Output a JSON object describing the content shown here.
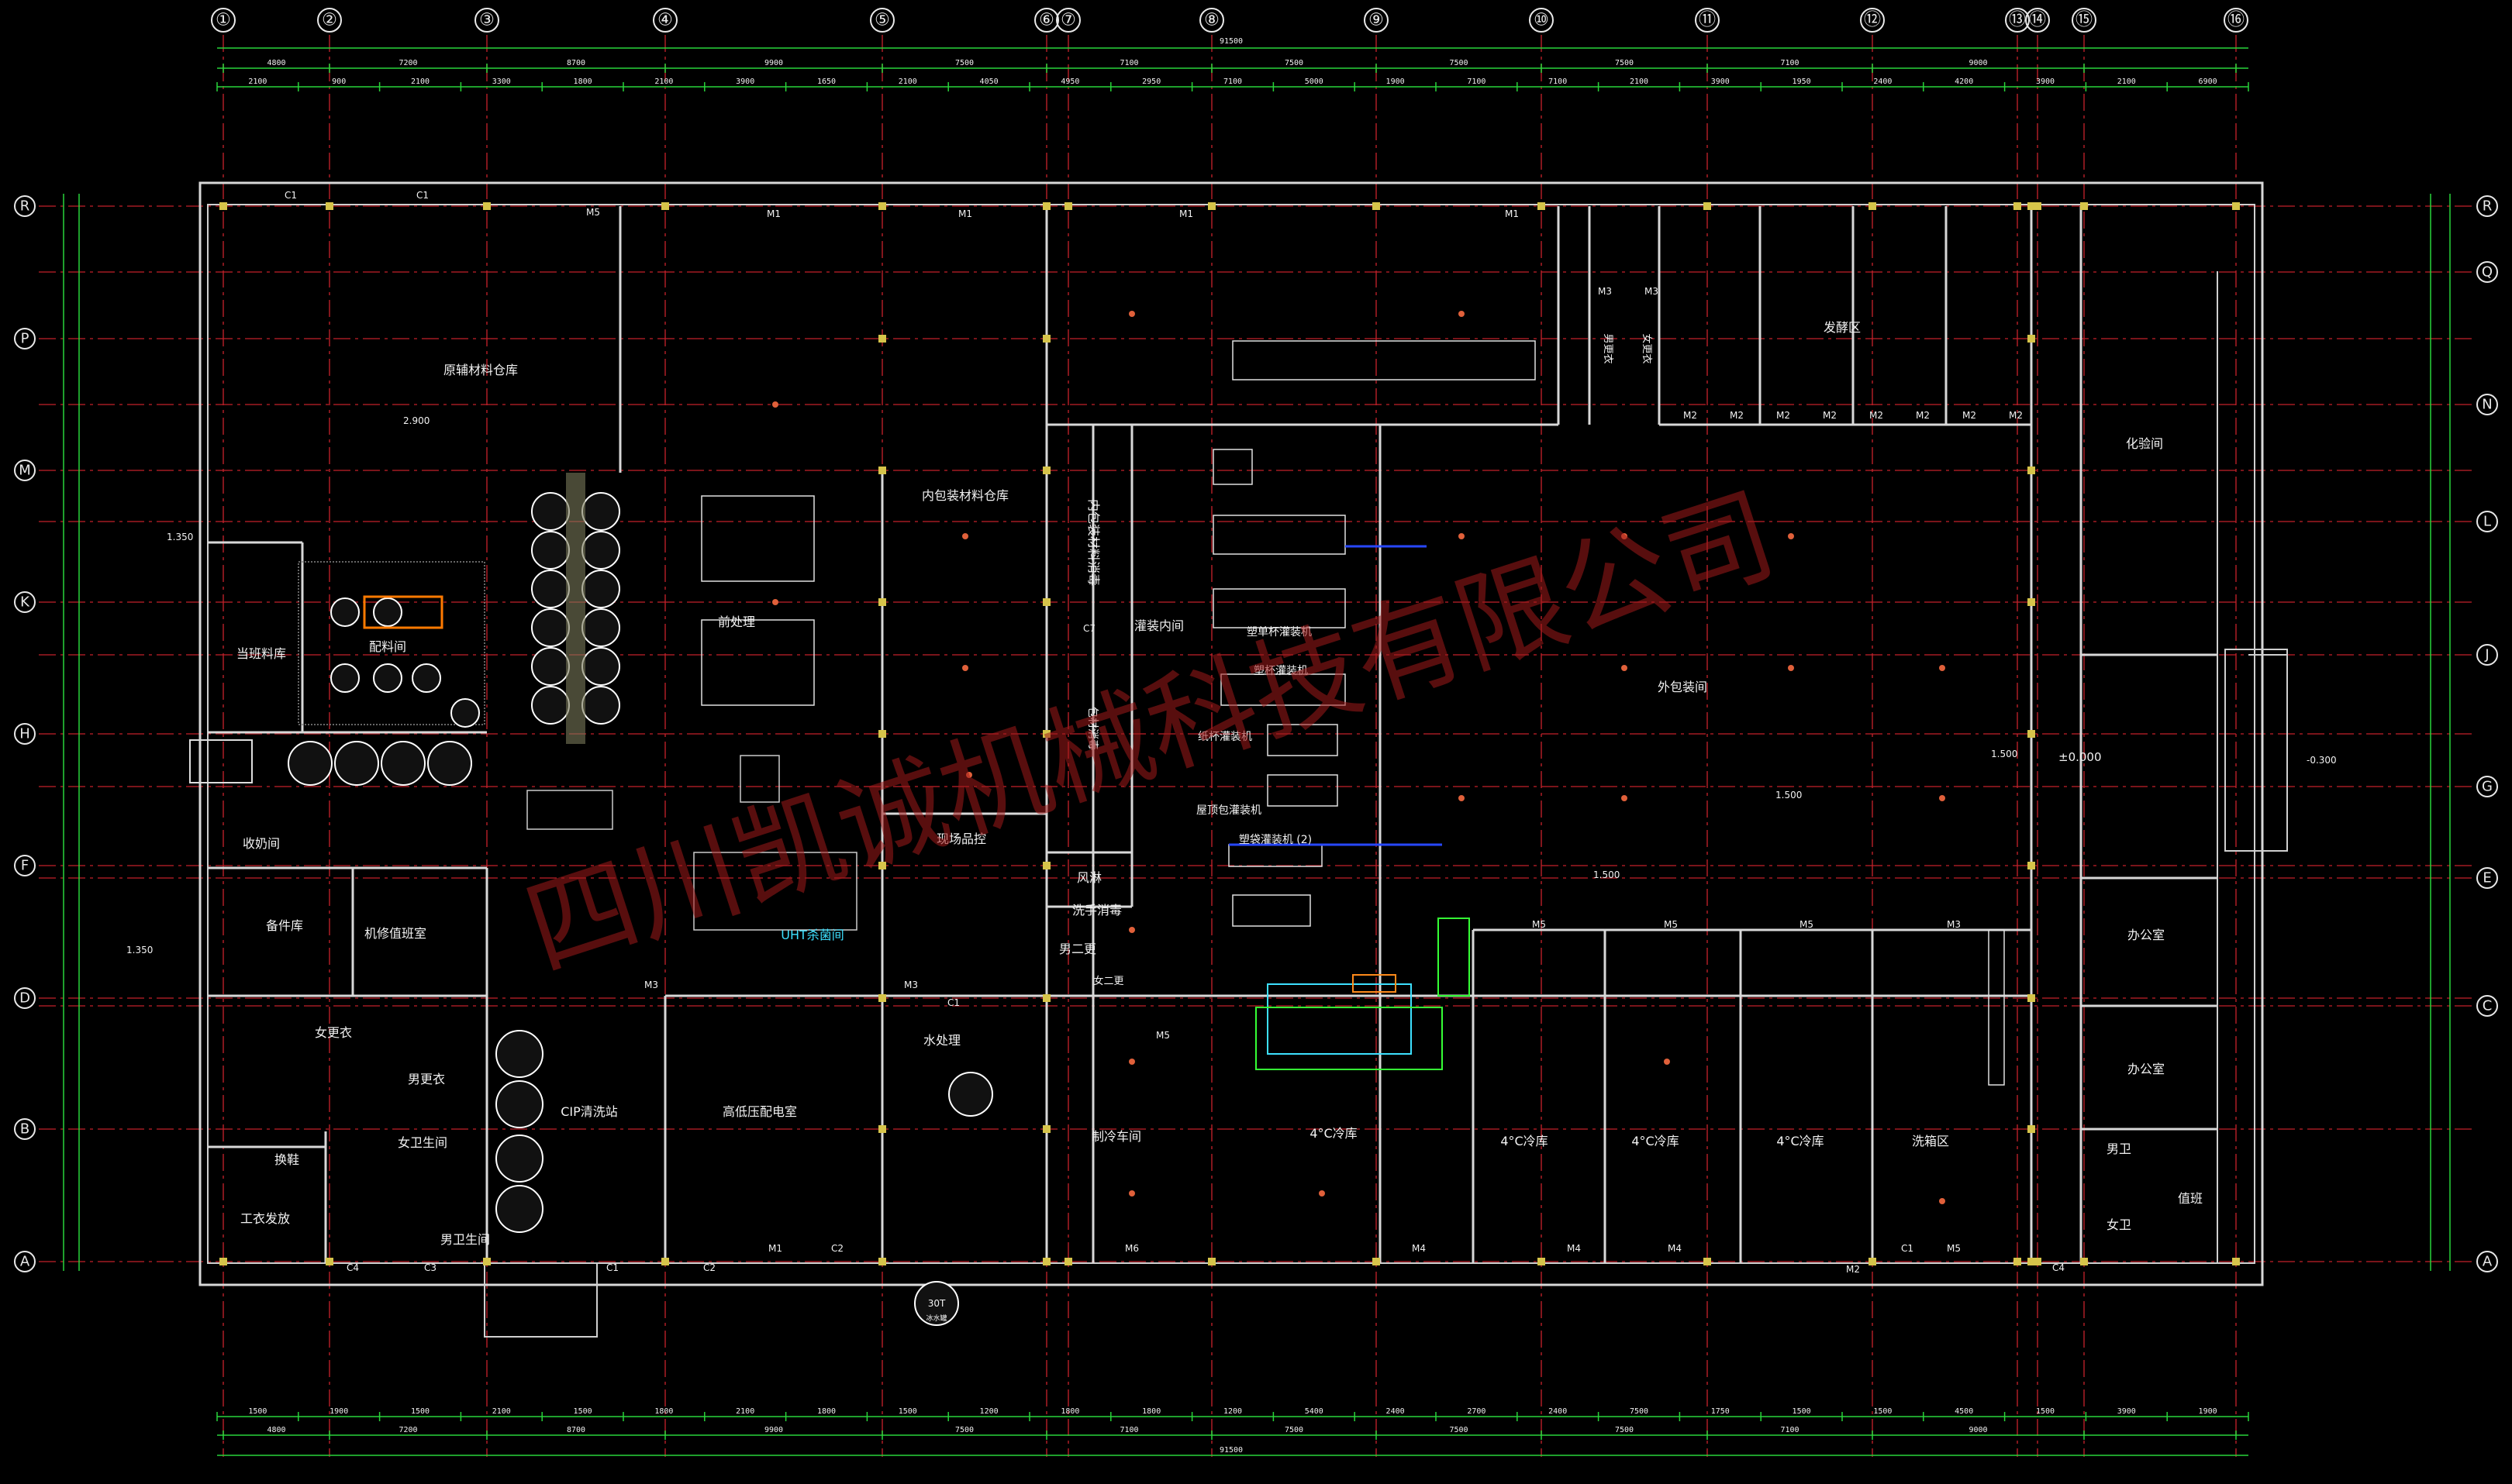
{
  "axes_top": [
    "①",
    "②",
    "③",
    "④",
    "⑤",
    "⑥",
    "⑦",
    "⑧",
    "⑨",
    "⑩",
    "⑪",
    "⑫",
    "⑬",
    "⑭",
    "⑮",
    "⑯"
  ],
  "axes_left": [
    "Ⓡ",
    "Ⓠ",
    "Ⓟ",
    "Ⓝ",
    "Ⓜ",
    "Ⓛ",
    "Ⓚ",
    "Ⓙ",
    "Ⓗ",
    "Ⓖ",
    "Ⓕ",
    "Ⓔ",
    "Ⓓ",
    "Ⓒ",
    "Ⓑ",
    "Ⓐ"
  ],
  "axes_left_visible": [
    "R",
    "P",
    "M",
    "K",
    "H",
    "F",
    "D",
    "B",
    "A"
  ],
  "axes_right_visible": [
    "R",
    "Q",
    "N",
    "L",
    "J",
    "G",
    "E",
    "C",
    "A"
  ],
  "dims_top_total": "91500",
  "dims_top_row1": [
    "4800",
    "7200",
    "8700",
    "9900",
    "7500",
    "7100",
    "7500",
    "7500",
    "7500",
    "7100",
    "9000"
  ],
  "dims_top_row2": [
    "2100",
    "900",
    "2100",
    "3300",
    "1800",
    "2100",
    "3900",
    "1650",
    "2100",
    "4050",
    "4950",
    "2950",
    "7100",
    "5000",
    "1900",
    "7100",
    "7100",
    "2100",
    "3900",
    "1950",
    "2400",
    "4200",
    "3900",
    "2100",
    "6900"
  ],
  "dims_bottom_total": "91500",
  "dims_bottom_row1": [
    "4800",
    "7200",
    "8700",
    "9900",
    "7500",
    "7100",
    "7500",
    "7500",
    "7500",
    "7100",
    "9000"
  ],
  "dims_bottom_row2": [
    "1500",
    "1900",
    "1500",
    "2100",
    "1500",
    "1800",
    "2100",
    "1800",
    "1500",
    "1200",
    "1800",
    "1800",
    "1200",
    "5400",
    "2400",
    "2700",
    "2400",
    "7500",
    "1750",
    "1500",
    "1500",
    "4500",
    "1500",
    "3900",
    "1900"
  ],
  "rooms": {
    "raw_store": "原辅材料仓库",
    "inner_pack_store": "内包装材料仓库",
    "inner_pack_disinfect": "内包装材料消毒",
    "filling_room": "灌装内间",
    "outer_pack": "外包装间",
    "ferment": "发酵区",
    "lab": "化验间",
    "male_change_top": "男更衣",
    "female_change_top": "女更衣",
    "daily_store": "当班料库",
    "batching": "配料间",
    "receiving": "收奶间",
    "pretreat": "前处理",
    "qc": "现场品控",
    "air_shower": "风淋",
    "handwash": "洗手消毒",
    "male2": "男二更",
    "female2": "女二更",
    "spare": "备件库",
    "mech_duty": "机修值班室",
    "female_change": "女更衣",
    "male_change": "男更衣",
    "cip": "CIP清洗站",
    "hv_lv": "高低压配电室",
    "water": "水处理",
    "refrig": "制冷车间",
    "cold1": "4°C冷库",
    "cold2": "4°C冷库",
    "cold3": "4°C冷库",
    "cold4": "4°C冷库",
    "wash": "洗箱区",
    "office1": "办公室",
    "office2": "办公室",
    "shoe": "换鞋",
    "workwear": "工衣发放",
    "female_wc": "女卫生间",
    "male_wc": "男卫生间",
    "male_wc2": "男卫",
    "female_wc2": "女卫",
    "duty": "值班",
    "uht": "UHT杀菌间",
    "pkg_disinfect": "包材消毒",
    "cup_filler": "塑杯灌装机",
    "cup_single": "塑单杯灌装机",
    "paper_cup": "纸杯灌装机",
    "roof_pack": "屋顶包灌装机",
    "plastic_bag": "塑袋灌装机 (2)",
    "tank_30t": "30T",
    "tank_30t_sub": "冰水罐"
  },
  "levels": {
    "l1": "2.900",
    "l2": "1.350",
    "l3": "1.350",
    "l4": "1.500",
    "l5": "1.500",
    "l6": "1.500",
    "l7": "±0.000",
    "l8": "-0.300"
  },
  "doors": [
    "C1",
    "C1",
    "M5",
    "M1",
    "M1",
    "M1",
    "M1",
    "M3",
    "M3",
    "M2",
    "M2",
    "M2",
    "M2",
    "M2",
    "M2",
    "M2",
    "M2",
    "C7",
    "M5",
    "M5",
    "M5",
    "M5",
    "M3",
    "C1",
    "M1",
    "C2",
    "M6",
    "M4",
    "M4",
    "M4",
    "M2",
    "C1",
    "M5",
    "C4",
    "C3",
    "C1",
    "C2",
    "M3",
    "M3",
    "C4"
  ],
  "watermark": "四川凯诚机械科技有限公司"
}
